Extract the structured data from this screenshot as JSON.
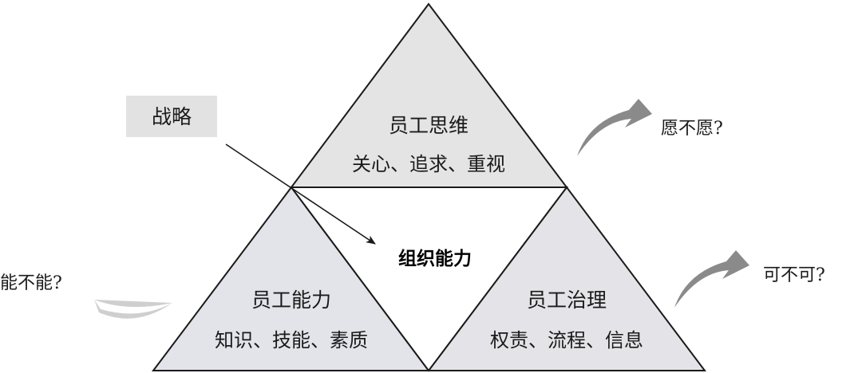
{
  "strategy_label": "战略",
  "top": {
    "title": "员工思维",
    "items": "关心、追求、重视"
  },
  "center": {
    "title": "组织能力"
  },
  "left": {
    "title": "员工能力",
    "items": "知识、技能、素质"
  },
  "right": {
    "title": "员工治理",
    "items": "权责、流程、信息"
  },
  "questions": {
    "willing": "愿不愿?",
    "allowed": "可不可?",
    "able": "能不能?"
  },
  "colors": {
    "fill": "#e4e4e4",
    "fill_left": "#e3e3ea",
    "fill_right": "#e4e4e8",
    "arrow_dark": "#888888",
    "arrow_light": "#cfcfcf",
    "box": "#e2e2e2"
  }
}
